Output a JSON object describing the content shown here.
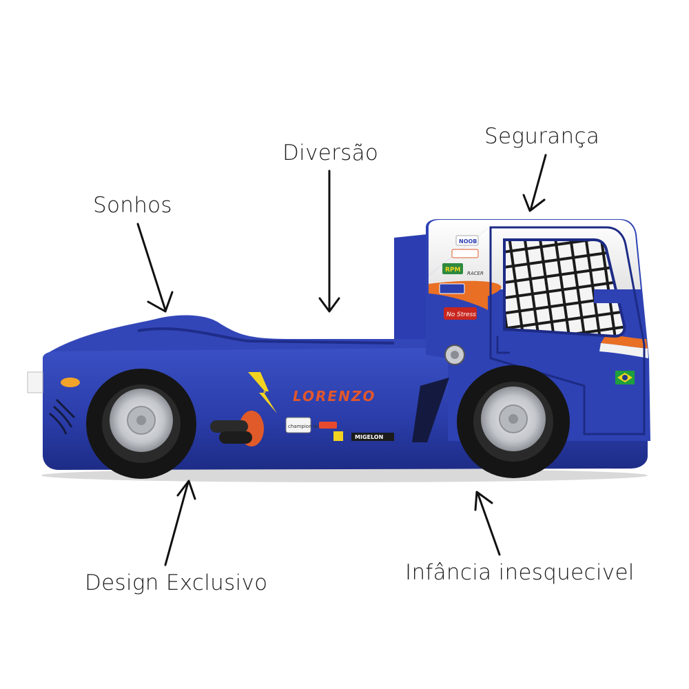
{
  "features": {
    "sonhos": "Sonhos",
    "diversao": "Diversão",
    "seguranca": "Segurança",
    "design": "Design Exclusivo",
    "infancia": "Infância inesquecivel"
  },
  "truck": {
    "name_decal": "LORENZO",
    "stickers": {
      "noob": "NOOB",
      "racer": "RACER",
      "rpm": "RPM",
      "no_stress": "No Stress",
      "champion_world": "champion world",
      "migelon": "MIGELON"
    },
    "colors": {
      "body": "#2c3fae",
      "cab_white": "#f2f2f2",
      "stripe_orange": "#e86f24",
      "tire": "#1a1a1a",
      "rim": "#c9ccd0",
      "decal_text": "#e2572b",
      "bolt": "#f2d320"
    }
  }
}
